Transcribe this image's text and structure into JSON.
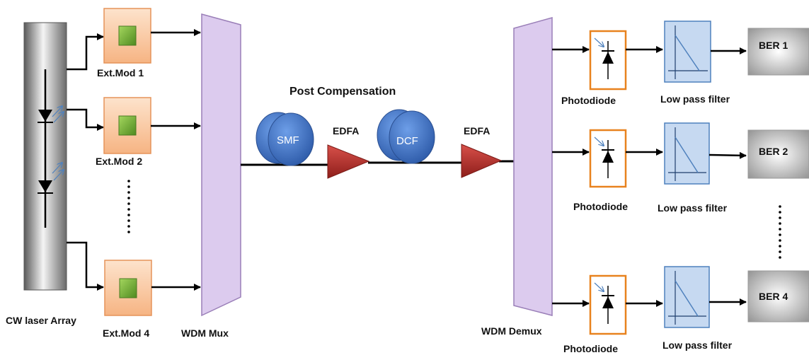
{
  "laser_array": {
    "label": "CW laser Array"
  },
  "modulators": [
    {
      "label": "Ext.Mod 1"
    },
    {
      "label": "Ext.Mod 2"
    },
    {
      "label": "Ext.Mod 4"
    }
  ],
  "mux": {
    "label": "WDM Mux"
  },
  "demux": {
    "label": "WDM Demux"
  },
  "link": {
    "title": "Post Compensation",
    "smf_label": "SMF",
    "dcf_label": "DCF",
    "edfa1_label": "EDFA",
    "edfa2_label": "EDFA"
  },
  "receivers": [
    {
      "photodiode": "Photodiode",
      "filter": "Low pass filter",
      "ber": "BER 1"
    },
    {
      "photodiode": "Photodiode",
      "filter": "Low pass filter",
      "ber": "BER 2"
    },
    {
      "photodiode": "Photodiode",
      "filter": "Low pass filter",
      "ber": "BER 4"
    }
  ],
  "colors": {
    "laser_fill": "#a9a9a9",
    "modulator_fill": "#f9c79f",
    "modulator_stroke": "#e5935a",
    "mod_square": "#7ab33c",
    "wdm_fill": "#d9c7ea",
    "wdm_stroke": "#9a7fb8",
    "spool_fill": "#3f6fc4",
    "edfa_fill": "#c0312c",
    "photodiode_stroke": "#e8821e",
    "filter_fill": "#c6d9f1",
    "filter_stroke": "#4f81bd",
    "ber_fill": "#bdbdbd"
  }
}
